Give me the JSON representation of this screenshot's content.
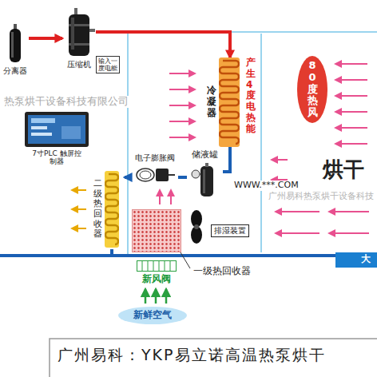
{
  "diagram": {
    "caption": "广州易科：YKP易立诺高温热泵烘干",
    "nodes": [
      {
        "text": [
          "分离器"
        ]
      },
      {
        "text": [
          "压缩机"
        ]
      },
      {
        "text": [
          "输入一度电能"
        ]
      },
      {
        "text": [
          "冷凝器"
        ]
      },
      {
        "text": [
          "储液罐"
        ]
      },
      {
        "text": [
          "电子膨胀阀"
        ]
      },
      {
        "text": [
          "二级热回收器"
        ]
      },
      {
        "text": [
          "一级热回收器"
        ]
      },
      {
        "text": [
          "排湿装置"
        ]
      },
      {
        "text": [
          "新风阀"
        ]
      },
      {
        "text": [
          "新鲜空气"
        ]
      },
      {
        "text": [
          "7寸PLC 触屏控制器"
        ]
      },
      {
        "text": [
          "烘干"
        ]
      },
      {
        "text": [
          "80度热风"
        ],
        "in": 12
      }
    ],
    "edges": [
      {
        "from": 0,
        "to": 1,
        "arrow": "to"
      },
      {
        "from": 1,
        "to": 3,
        "arrow": "to"
      },
      {
        "from": 3,
        "to": 4,
        "arrow": "none"
      },
      {
        "from": 4,
        "to": 5,
        "arrow": "none"
      },
      {
        "from": 5,
        "to": 6,
        "arrow": "to"
      }
    ],
    "labels": [
      "产生4度电热能",
      "WWW.***.COM",
      "热泵烘干设备科技有限公司",
      "广州易科热泵烘干设备科技",
      "大"
    ]
  }
}
